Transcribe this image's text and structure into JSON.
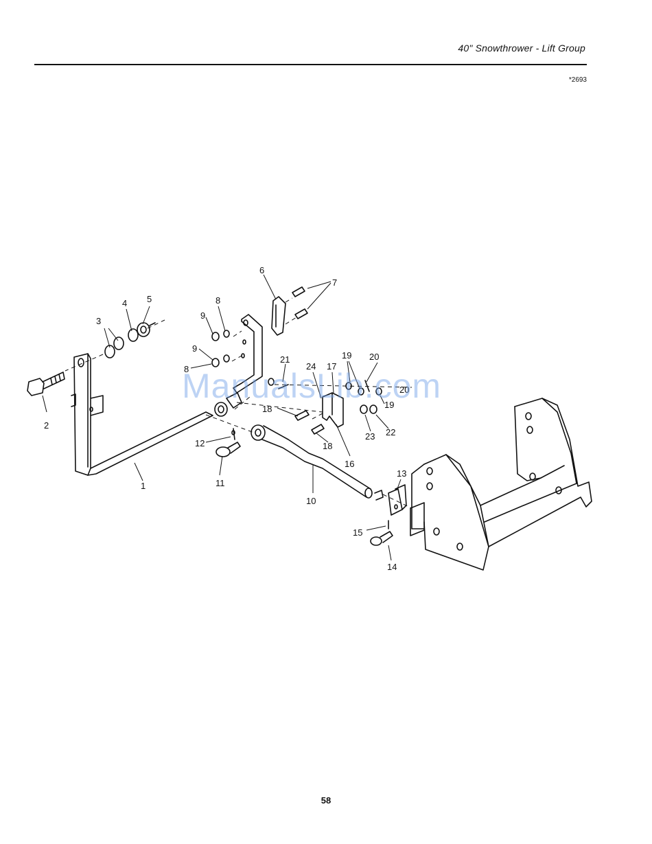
{
  "header": {
    "title": "40\" Snowthrower - Lift Group",
    "figure_code": "*2693"
  },
  "footer": {
    "page_number": "58"
  },
  "watermark": "ManualsLib.com",
  "callouts": {
    "c1": "1",
    "c2": "2",
    "c3": "3",
    "c4": "4",
    "c5": "5",
    "c6": "6",
    "c7": "7",
    "c8a": "8",
    "c8b": "8",
    "c9a": "9",
    "c9b": "9",
    "c10": "10",
    "c11": "11",
    "c12": "12",
    "c13": "13",
    "c14": "14",
    "c15": "15",
    "c16": "16",
    "c17": "17",
    "c18a": "18",
    "c18b": "18",
    "c19a": "19",
    "c19b": "19",
    "c20a": "20",
    "c20b": "20",
    "c21": "21",
    "c22": "22",
    "c23": "23",
    "c24": "24"
  }
}
